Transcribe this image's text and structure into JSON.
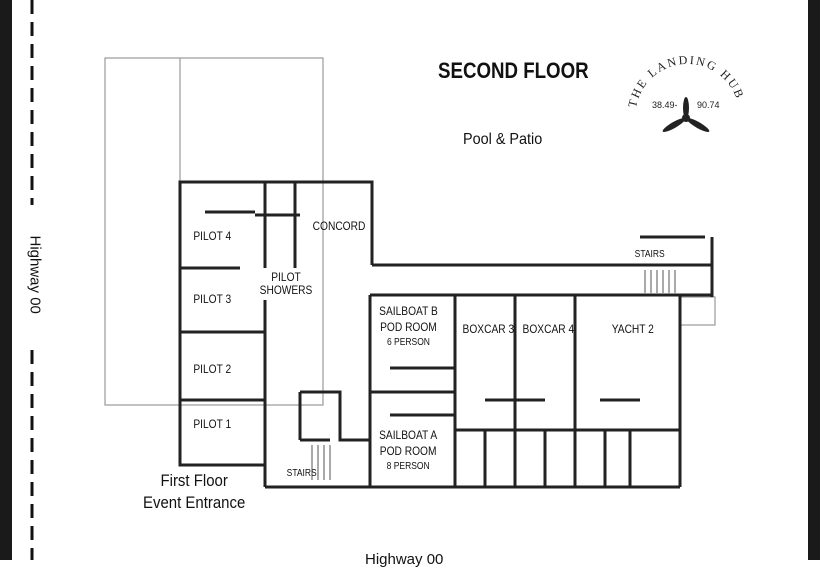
{
  "title": "SECOND FLOOR",
  "pool_label": "Pool & Patio",
  "logo": {
    "text": "THE LANDING HUB",
    "coords_left": "38.49-",
    "coords_right": "90.74",
    "icon": "propeller-icon"
  },
  "highway_left": "Highway 00",
  "highway_bottom": "Highway 00",
  "entrance": {
    "line1": "First Floor",
    "line2": "Event Entrance"
  },
  "rooms": {
    "pilot4": "PILOT 4",
    "pilot3": "PILOT 3",
    "pilot2": "PILOT 2",
    "pilot1": "PILOT 1",
    "concord": "CONCORD",
    "pilot_showers_1": "PILOT",
    "pilot_showers_2": "SHOWERS",
    "sailboat_b_1": "SAILBOAT B",
    "sailboat_b_2": "POD ROOM",
    "sailboat_b_3": "6 PERSON",
    "sailboat_a_1": "SAILBOAT A",
    "sailboat_a_2": "POD ROOM",
    "sailboat_a_3": "8 PERSON",
    "boxcar3": "BOXCAR 3",
    "boxcar4": "BOXCAR 4",
    "yacht2": "YACHT 2",
    "stairs_top": "STAIRS",
    "stairs_bottom": "STAIRS"
  }
}
